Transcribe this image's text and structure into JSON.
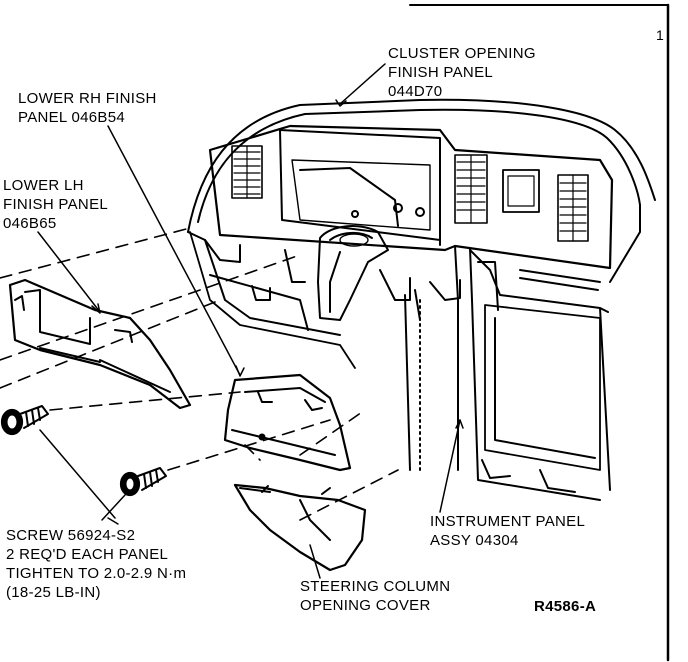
{
  "labels": {
    "cluster_panel": {
      "line1": "CLUSTER OPENING",
      "line2": "FINISH PANEL",
      "line3": "044D70"
    },
    "lower_rh": {
      "line1": "LOWER RH FINISH",
      "line2": "PANEL 046B54"
    },
    "lower_lh": {
      "line1": "LOWER LH",
      "line2": "FINISH PANEL",
      "line3": "046B65"
    },
    "screw": {
      "line1": "SCREW 56924-S2",
      "line2": "2 REQ'D EACH PANEL",
      "line3": "TIGHTEN TO 2.0-2.9 N·m",
      "line4": "(18-25 LB-IN)"
    },
    "instrument_panel": {
      "line1": "INSTRUMENT PANEL",
      "line2": "ASSY 04304"
    },
    "steering_cover": {
      "line1": "STEERING COLUMN",
      "line2": "OPENING COVER"
    }
  },
  "figure_code": "R4586-A",
  "corner_mark": "1",
  "colors": {
    "ink": "#000000",
    "paper": "#ffffff"
  }
}
